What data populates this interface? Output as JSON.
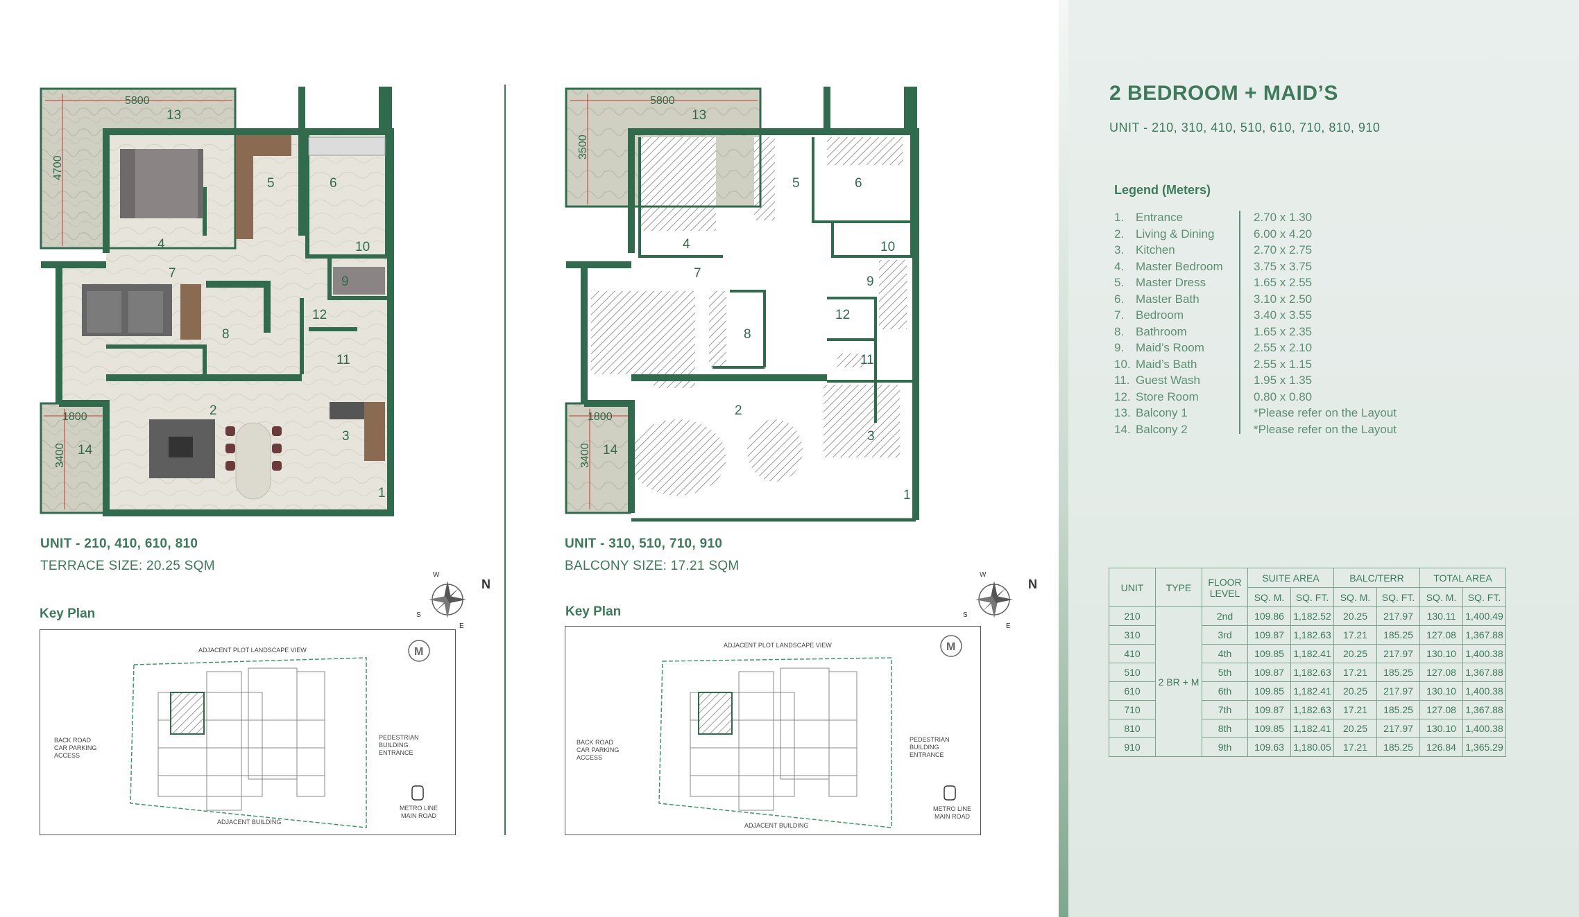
{
  "page": {
    "title": "2 BEDROOM + MAID’S",
    "subtitle": "UNIT - 210, 310, 410, 510, 610, 710, 810, 910"
  },
  "plan_left": {
    "unit": "UNIT - 210, 410, 610, 810",
    "size": "TERRACE SIZE:  20.25 SQM",
    "key_plan": "Key Plan",
    "dims": {
      "balcony13_w": "5800",
      "balcony13_h": "4700",
      "balcony14_w": "1800",
      "balcony14_h": "3400"
    }
  },
  "plan_right": {
    "unit": "UNIT - 310, 510, 710, 910",
    "size": "BALCONY SIZE:  17.21 SQM",
    "key_plan": "Key Plan",
    "dims": {
      "balcony13_w": "5800",
      "balcony13_h": "3500",
      "balcony14_w": "1800",
      "balcony14_h": "3400"
    }
  },
  "room_numbers": [
    "1",
    "2",
    "3",
    "4",
    "5",
    "6",
    "7",
    "8",
    "9",
    "10",
    "11",
    "12",
    "13",
    "14"
  ],
  "compass": {
    "n": "N",
    "s": "S",
    "e": "E",
    "w": "W"
  },
  "key_plan_labels": {
    "top": "ADJACENT PLOT LANDSCAPE VIEW",
    "left_line1": "BACK ROAD",
    "left_line2": "CAR PARKING",
    "left_line3": "ACCESS",
    "right_line1": "PEDESTRIAN",
    "right_line2": "BUILDING",
    "right_line3": "ENTRANCE",
    "bottom": "ADJACENT BUILDING",
    "metro_line1": "METRO LINE",
    "metro_line2": "MAIN ROAD",
    "metro_symbol": "M"
  },
  "legend": {
    "title": "Legend (Meters)",
    "items": [
      {
        "num": "1.",
        "name": "Entrance",
        "size": "2.70 x 1.30"
      },
      {
        "num": "2.",
        "name": "Living & Dining",
        "size": "6.00 x 4.20"
      },
      {
        "num": "3.",
        "name": "Kitchen",
        "size": "2.70 x 2.75"
      },
      {
        "num": "4.",
        "name": "Master Bedroom",
        "size": "3.75 x 3.75"
      },
      {
        "num": "5.",
        "name": "Master Dress",
        "size": "1.65 x 2.55"
      },
      {
        "num": "6.",
        "name": "Master Bath",
        "size": "3.10 x 2.50"
      },
      {
        "num": "7.",
        "name": "Bedroom",
        "size": "3.40 x 3.55"
      },
      {
        "num": "8.",
        "name": "Bathroom",
        "size": "1.65 x 2.35"
      },
      {
        "num": "9.",
        "name": "Maid’s Room",
        "size": "2.55 x 2.10"
      },
      {
        "num": "10.",
        "name": "Maid’s Bath",
        "size": "2.55 x 1.15"
      },
      {
        "num": "11.",
        "name": "Guest Wash",
        "size": "1.95 x 1.35"
      },
      {
        "num": "12.",
        "name": "Store Room",
        "size": "0.80 x 0.80"
      },
      {
        "num": "13.",
        "name": "Balcony 1",
        "size": "*Please refer on the Layout"
      },
      {
        "num": "14.",
        "name": "Balcony 2",
        "size": "*Please refer on the Layout"
      }
    ]
  },
  "area_table": {
    "headers": {
      "unit": "UNIT",
      "type": "TYPE",
      "floor_line1": "FLOOR",
      "floor_line2": "LEVEL",
      "suite": "SUITE AREA",
      "balc": "BALC/TERR",
      "total": "TOTAL AREA",
      "sqm": "SQ. M.",
      "sqft": "SQ. FT."
    },
    "type_value": "2 BR + M",
    "rows": [
      {
        "unit": "210",
        "floor": "2nd",
        "suite_sqm": "109.86",
        "suite_sqft": "1,182.52",
        "balc_sqm": "20.25",
        "balc_sqft": "217.97",
        "total_sqm": "130.11",
        "total_sqft": "1,400.49"
      },
      {
        "unit": "310",
        "floor": "3rd",
        "suite_sqm": "109.87",
        "suite_sqft": "1,182.63",
        "balc_sqm": "17.21",
        "balc_sqft": "185.25",
        "total_sqm": "127.08",
        "total_sqft": "1,367.88"
      },
      {
        "unit": "410",
        "floor": "4th",
        "suite_sqm": "109.85",
        "suite_sqft": "1,182.41",
        "balc_sqm": "20.25",
        "balc_sqft": "217.97",
        "total_sqm": "130.10",
        "total_sqft": "1,400.38"
      },
      {
        "unit": "510",
        "floor": "5th",
        "suite_sqm": "109.87",
        "suite_sqft": "1,182.63",
        "balc_sqm": "17.21",
        "balc_sqft": "185.25",
        "total_sqm": "127.08",
        "total_sqft": "1,367.88"
      },
      {
        "unit": "610",
        "floor": "6th",
        "suite_sqm": "109.85",
        "suite_sqft": "1,182.41",
        "balc_sqm": "20.25",
        "balc_sqft": "217.97",
        "total_sqm": "130.10",
        "total_sqft": "1,400.38"
      },
      {
        "unit": "710",
        "floor": "7th",
        "suite_sqm": "109.87",
        "suite_sqft": "1,182.63",
        "balc_sqm": "17.21",
        "balc_sqft": "185.25",
        "total_sqm": "127.08",
        "total_sqft": "1,367.88"
      },
      {
        "unit": "810",
        "floor": "8th",
        "suite_sqm": "109.85",
        "suite_sqft": "1,182.41",
        "balc_sqm": "20.25",
        "balc_sqft": "217.97",
        "total_sqm": "130.10",
        "total_sqft": "1,400.38"
      },
      {
        "unit": "910",
        "floor": "9th",
        "suite_sqm": "109.63",
        "suite_sqft": "1,180.05",
        "balc_sqm": "17.21",
        "balc_sqft": "185.25",
        "total_sqm": "126.84",
        "total_sqft": "1,365.29"
      }
    ]
  },
  "colors": {
    "wall": "#2f6b4c",
    "text": "#3d7a5a",
    "panel": "#e6ede9",
    "marble": "#e8e6dc"
  }
}
